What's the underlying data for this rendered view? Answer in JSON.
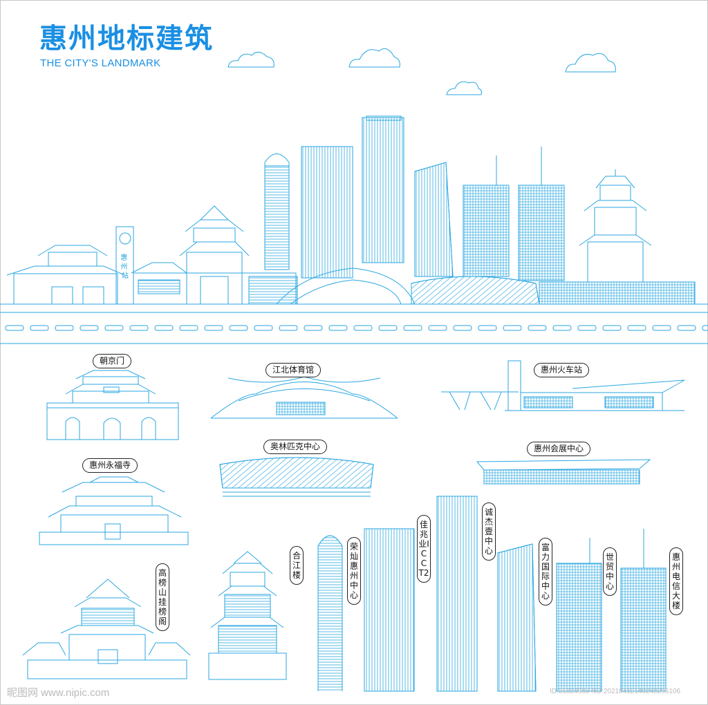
{
  "title": "惠州地标建筑",
  "subtitle": "THE CITY'S LANDMARK",
  "labels": {
    "chaojingmen": "朝京门",
    "jiangbei_gym": "江北体育馆",
    "train_station": "惠州火车站",
    "olympic_center": "奥林匹克中心",
    "expo_center": "惠州会展中心",
    "yongfu_temple": "惠州永福寺",
    "hejiang_tower": "合江楼",
    "gaobang": "高榜山挂榜阁",
    "rongcan": "荣灿惠州中心",
    "jiazhaoye": "佳兆业ICC T2",
    "chengjie": "诚杰壹中心",
    "fuli": "富力国际中心",
    "wtc": "世贸中心",
    "telecom": "惠州电信大楼"
  },
  "signs": {
    "station_vertical": "惠州站"
  },
  "watermark": {
    "left": "昵图网 www.nipic.com",
    "right": "ID:31624985 NO:20210412140248295106"
  },
  "colors": {
    "line": "#2aa6e0",
    "title": "#1a8fe3",
    "label_border": "#222222"
  }
}
